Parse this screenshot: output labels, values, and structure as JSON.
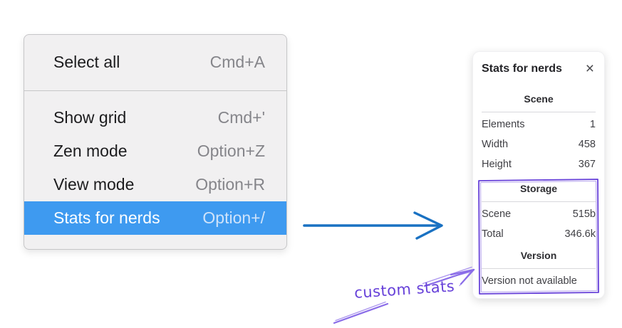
{
  "menu": {
    "sections": [
      {
        "items": [
          {
            "label": "Select all",
            "shortcut": "Cmd+A",
            "selected": false
          }
        ]
      },
      {
        "items": [
          {
            "label": "Show grid",
            "shortcut": "Cmd+'",
            "selected": false
          },
          {
            "label": "Zen mode",
            "shortcut": "Option+Z",
            "selected": false
          },
          {
            "label": "View mode",
            "shortcut": "Option+R",
            "selected": false
          },
          {
            "label": "Stats for nerds",
            "shortcut": "Option+/",
            "selected": true
          }
        ]
      }
    ]
  },
  "stats_panel": {
    "title": "Stats for nerds",
    "close_icon": "×",
    "scene_section": {
      "heading": "Scene",
      "rows": [
        {
          "label": "Elements",
          "value": "1"
        },
        {
          "label": "Width",
          "value": "458"
        },
        {
          "label": "Height",
          "value": "367"
        }
      ]
    },
    "storage_section": {
      "heading": "Storage",
      "rows": [
        {
          "label": "Scene",
          "value": "515b"
        },
        {
          "label": "Total",
          "value": "346.6k"
        }
      ]
    },
    "version_section": {
      "heading": "Version",
      "note": "Version not available"
    }
  },
  "annotation": {
    "label": "custom stats"
  },
  "colors": {
    "menu_highlight": "#3e9af0",
    "flow_arrow": "#1971c2",
    "annotation_text": "#6741d9",
    "annotation_arrow": "#8a6ce8",
    "storage_box_stroke": "#6741d9"
  }
}
